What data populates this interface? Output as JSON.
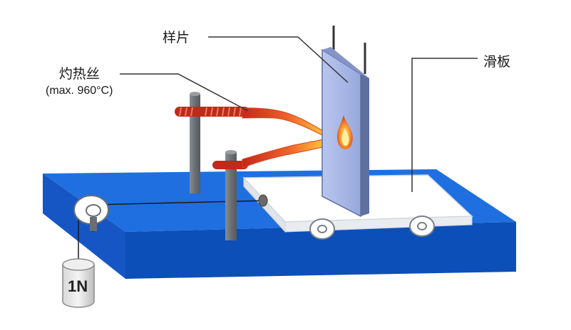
{
  "labels": {
    "sample": "样片",
    "slide_plate": "滑板",
    "glow_wire": "灼热丝",
    "glow_wire_temp": "(max. 960°C)",
    "weight": "1N"
  },
  "colors": {
    "base_top": "#1f6fe0",
    "base_front": "#0d4fb8",
    "sample_panel": "#a9b9e6",
    "sample_edge": "#5f6f9e",
    "post": "#6f7478",
    "wire_red": "#d9341d",
    "flame_yellow": "#ffd84a",
    "slide_plate": "#ffffff"
  }
}
